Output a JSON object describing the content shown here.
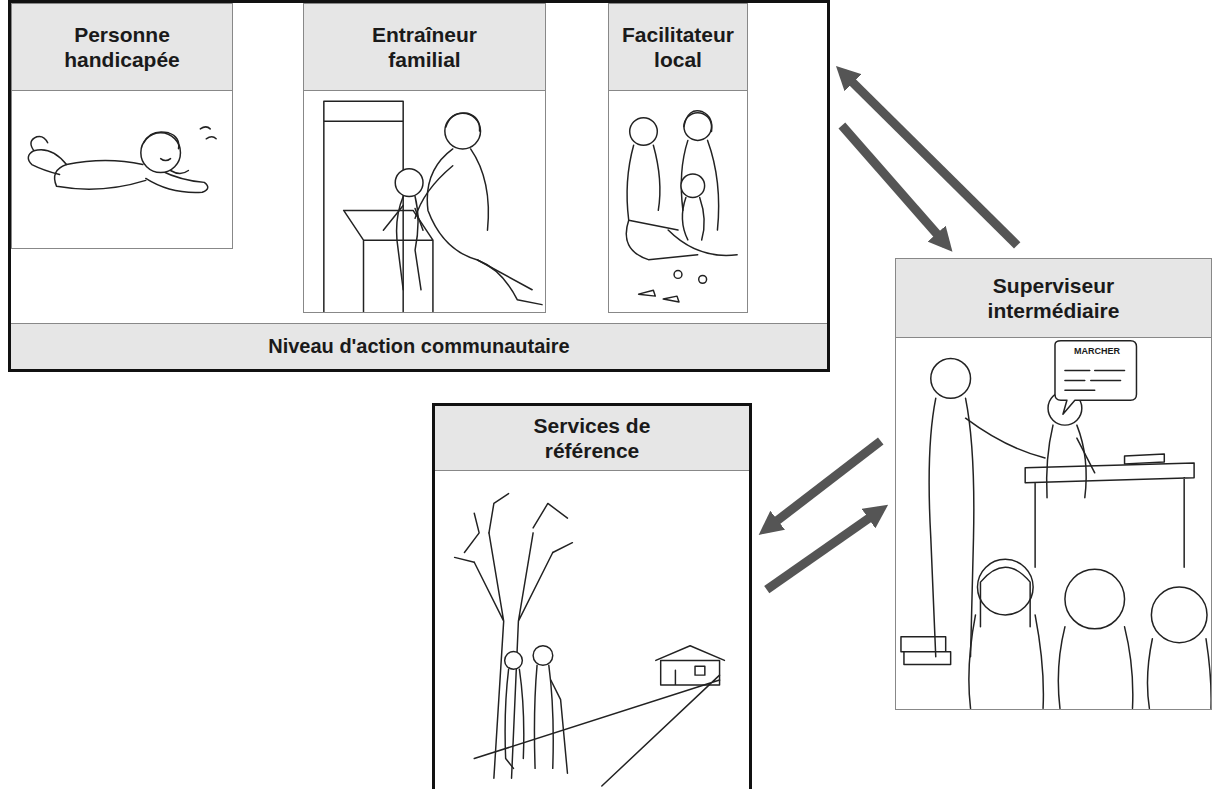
{
  "diagram": {
    "nodes": [
      {
        "text": [
          "Niveau d'action communautaire"
        ]
      },
      {
        "text": [
          "Personne handicapée"
        ],
        "in": 0
      },
      {
        "text": [
          "Entraîneur familial"
        ],
        "in": 0
      },
      {
        "text": [
          "Facilitateur local"
        ],
        "in": 0
      },
      {
        "text": [
          "Superviseur intermédiaire"
        ]
      },
      {
        "text": [
          "Services de référence"
        ]
      }
    ],
    "edges": [
      {
        "from": 2,
        "to": 1,
        "arrow": "to"
      },
      {
        "from": 3,
        "to": 2,
        "arrow": "to"
      },
      {
        "from": 1,
        "to": 2,
        "arrow": "to"
      },
      {
        "from": 2,
        "to": 3,
        "arrow": "to"
      },
      {
        "from": 4,
        "to": 0,
        "arrow": "to"
      },
      {
        "from": 0,
        "to": 4,
        "arrow": "to"
      },
      {
        "from": 4,
        "to": 5,
        "arrow": "to"
      },
      {
        "from": 5,
        "to": 4,
        "arrow": "to"
      }
    ],
    "labels": [
      "MARCHER"
    ]
  }
}
